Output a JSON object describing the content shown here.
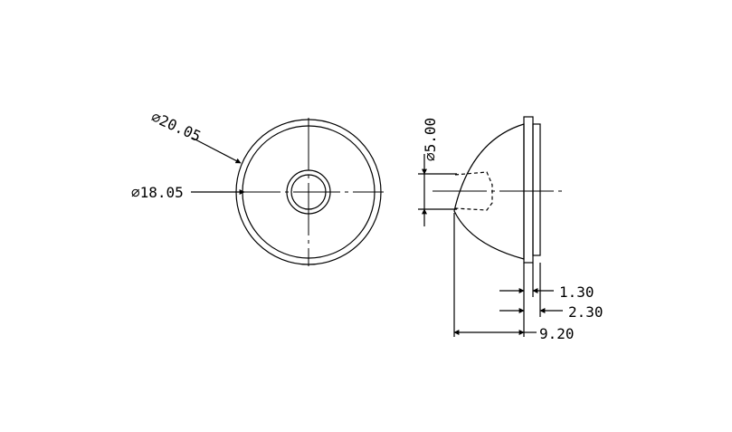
{
  "drawing": {
    "line_color": "#000000",
    "background_color": "#ffffff",
    "labels": {
      "outer_diameter": "⌀20.05",
      "inner_diameter": "⌀18.05",
      "bore_diameter": "⌀5.00",
      "flange_thickness": "1.30",
      "rim_thickness": "2.30",
      "overall_height": "9.20"
    }
  }
}
